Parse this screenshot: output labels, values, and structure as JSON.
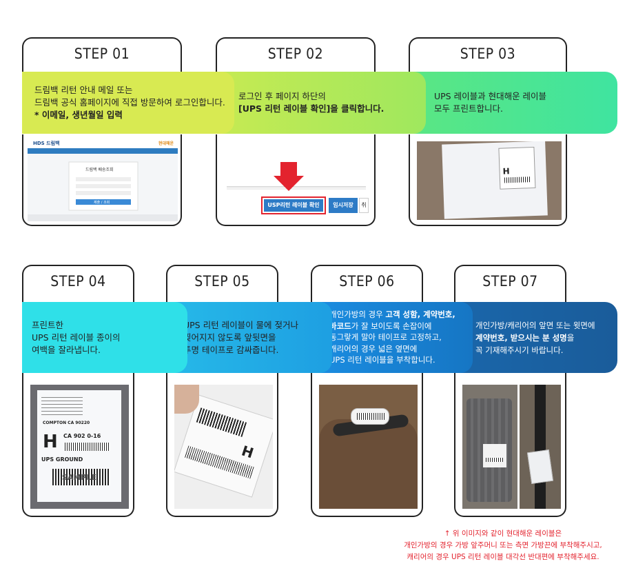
{
  "steps": [
    {
      "label": "STEP 01",
      "lines": [
        "드림백 리턴 안내 메일 또는",
        "드림백 공식 홈페이지에 직접 방문하여 로그인합니다.",
        "* 이메일, 생년월일 입력"
      ]
    },
    {
      "label": "STEP 02",
      "lines": [
        "로그인 후 페이지 하단의",
        "[UPS 리턴 레이블 확인]을 클릭합니다."
      ]
    },
    {
      "label": "STEP 03",
      "lines": [
        "UPS 레이블과 현대해운 레이블",
        "모두 프린트합니다."
      ]
    },
    {
      "label": "STEP 04",
      "lines": [
        "프린트한",
        "UPS 리턴 레이블 종이의",
        "여백을 잘라냅니다."
      ]
    },
    {
      "label": "STEP 05",
      "lines": [
        "UPS 리턴 레이블이 물에 젖거나",
        "찢어지지 않도록 앞뒷면을",
        "투명 테이프로 감싸줍니다."
      ]
    },
    {
      "label": "STEP 06",
      "lines_a": [
        "개인가방의 경우 "
      ],
      "bold_a": "고객 성함, 계약번호,",
      "bold_b": "바코드",
      "lines_b": "가 잘 보이도록 손잡이에",
      "lines": [
        "동그랗게 말아 테이프로 고정하고,",
        "캐리어의 경우 넓은 옆면에",
        "UPS 리턴 레이블을 부착합니다."
      ]
    },
    {
      "label": "STEP 07",
      "lines": [
        "개인가방/캐리어의 앞면 또는 윗면에"
      ],
      "bold_c": "계약번호, 받으시는 분 성명",
      "line_c_tail": "을",
      "lines_end": [
        "꼭 기재해주시기 바랍니다."
      ]
    }
  ],
  "step02_ui": {
    "return_btn": "USP리턴 레이블 확인",
    "temp_btn": "임시저장",
    "extra_btn": "취"
  },
  "step01_ui": {
    "logo": "HDS 드림백",
    "brand_badge": "현대해운",
    "form_title": "드림백 배송조회",
    "submit": "제출 / 조회"
  },
  "label_sheet": {
    "code": "CA 902 0-16",
    "service": "UPS GROUND",
    "city": "COMPTON CA 90220",
    "sample": "SAMPLE",
    "letter": "H"
  },
  "note": {
    "line1": "↑  위 이미지와 같이  현대해운 레이블은",
    "line2": "개인가방의 경우 가방 앞주머니 또는 측면 가방끈에 부착해주시고,",
    "line3": "캐리어의 경우 UPS 리턴 레이블 대각선 반대편에 부착해주세요."
  },
  "colors": {
    "lime": "#d8ea52",
    "green": "#3fe48d",
    "cyan": "#2fe0e8",
    "blue": "#1a8ce0",
    "navy": "#1a5c9a",
    "red": "#e3232e"
  }
}
